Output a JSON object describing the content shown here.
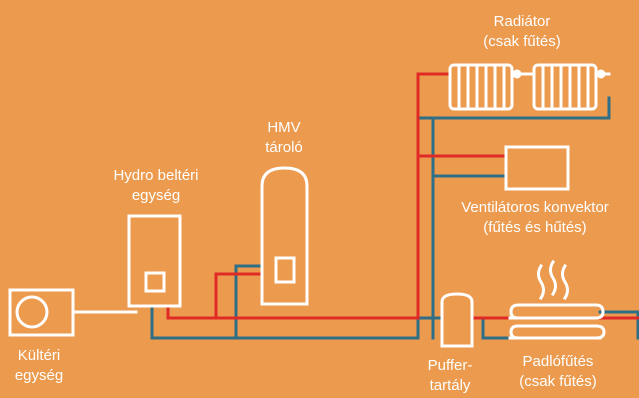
{
  "colors": {
    "background": "#EB9A4E",
    "supply_line": "#E02A25",
    "return_line": "#2F6E87",
    "outline": "#ffffff"
  },
  "labels": {
    "outdoor_unit": [
      "Kültéri",
      "egység"
    ],
    "hydro_indoor_unit": [
      "Hydro beltéri",
      "egység"
    ],
    "dhw_tank": [
      "HMV",
      "tároló"
    ],
    "radiator": [
      "Radiátor",
      "(csak fűtés)"
    ],
    "fan_convector": [
      "Ventilátoros konvektor",
      "(fűtés és hűtés)"
    ],
    "buffer_tank": [
      "Puffer-",
      "tartály"
    ],
    "floor_heating": [
      "Padlófűtés",
      "(csak fűtés)"
    ]
  },
  "icons": [
    "fan-icon",
    "heat-waves-icon",
    "radiator-icon",
    "floor-coil-icon"
  ]
}
